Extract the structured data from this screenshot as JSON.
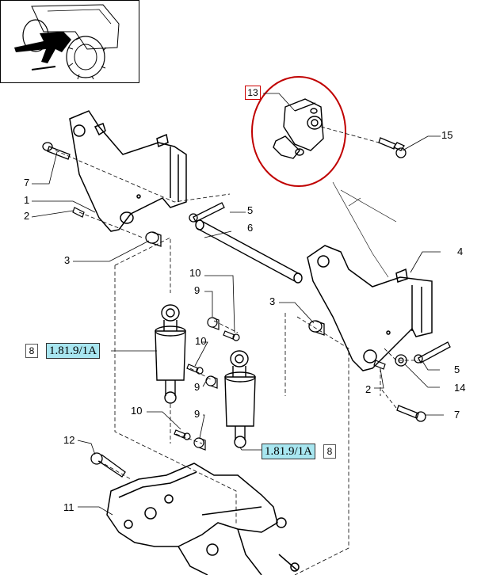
{
  "callouts": {
    "p1": "1",
    "p2_left": "2",
    "p2_right": "2",
    "p3_left": "3",
    "p3_right": "3",
    "p4": "4",
    "p5_top": "5",
    "p5_right": "5",
    "p6": "6",
    "p7_left": "7",
    "p7_right": "7",
    "p8_left": "8",
    "p8_right": "8",
    "p9_a": "9",
    "p9_b": "9",
    "p9_c": "9",
    "p10_a": "10",
    "p10_b": "10",
    "p10_c": "10",
    "p11": "11",
    "p12": "12",
    "p13": "13",
    "p14": "14",
    "p15": "15"
  },
  "references": {
    "left": "1.81.9/1A",
    "right": "1.81.9/1A"
  },
  "colors": {
    "reference_fill": "#a8e6f0",
    "highlight_ring": "#c00000",
    "line": "#000000"
  },
  "icons": {
    "thumbnail": "tractor-thumbnail-icon"
  }
}
